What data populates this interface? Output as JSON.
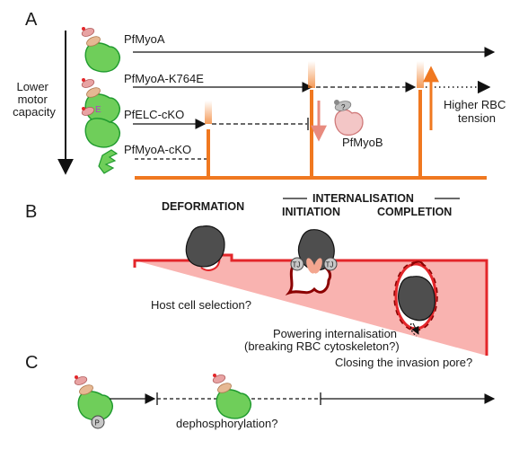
{
  "panels": {
    "a": "A",
    "b": "B",
    "c": "C"
  },
  "panel_a": {
    "y_axis_label": [
      "Lower",
      "motor",
      "capacity"
    ],
    "rows": [
      "PfMyoA",
      "PfMyoA-K764E",
      "PfELC-cKO",
      "PfMyoA-cKO"
    ],
    "mutation_mark": "E",
    "pfmyob_label": "PfMyoB",
    "pfmyob_badge": "?",
    "rbc_tension": [
      "Higher RBC",
      "tension"
    ]
  },
  "panel_b": {
    "internalisation": "INTERNALISATION",
    "deformation": "DEFORMATION",
    "initiation": "INITIATION",
    "completion": "COMPLETION",
    "tj": "TJ",
    "host_cell_selection": "Host cell selection?",
    "powering_internalisation": "Powering internalisation",
    "breaking_cytoskeleton": "(breaking RBC cytoskeleton?)",
    "closing_pore": "Closing the invasion pore?"
  },
  "panel_c": {
    "phospho": "P",
    "dephosphorylation": "dephosphorylation?"
  },
  "colors": {
    "orange": "#f07820",
    "red": "#e3262a",
    "pink_fill": "#f9b3b0",
    "myosin_green": "#6fce5a",
    "green_outline": "#1f9a2e",
    "elc_tan": "#e6b893",
    "mlc_pink": "#e8a3a3",
    "parasite_gray": "#4e4e4e",
    "myob_pink": "#f3c6c6"
  }
}
